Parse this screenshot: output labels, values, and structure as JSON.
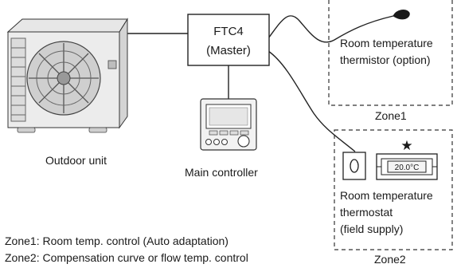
{
  "master_box": {
    "line1": "FTC4",
    "line2": "(Master)"
  },
  "outdoor_unit": {
    "label": "Outdoor unit"
  },
  "main_controller": {
    "label": "Main controller"
  },
  "zone1": {
    "sensor_line1": "Room temperature",
    "sensor_line2": "thermistor (option)",
    "label": "Zone1"
  },
  "zone2": {
    "display": "20.0°C",
    "star": "★",
    "thermostat_line1": "Room temperature",
    "thermostat_line2": "thermostat",
    "thermostat_line3": "(field supply)",
    "label": "Zone2"
  },
  "notes": {
    "zone1": "Zone1: Room temp. control (Auto adaptation)",
    "zone2": "Zone2: Compensation curve or flow temp. control"
  }
}
